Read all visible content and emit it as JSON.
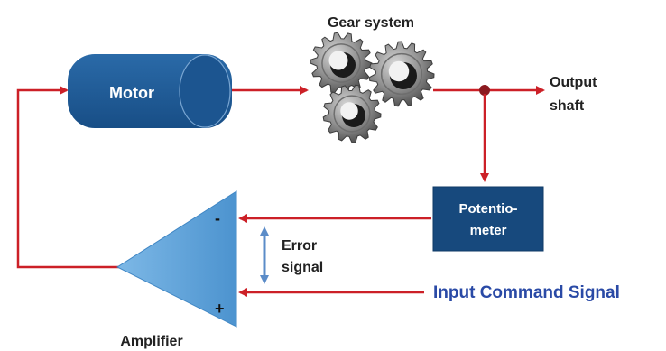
{
  "labels": {
    "gear_system": "Gear system",
    "motor": "Motor",
    "output_shaft_line1": "Output",
    "output_shaft_line2": "shaft",
    "potentiometer_line1": "Potentio-",
    "potentiometer_line2": "meter",
    "error_signal_line1": "Error",
    "error_signal_line2": "signal",
    "input_command_signal": "Input Command Signal",
    "amplifier": "Amplifier",
    "minus_sign": "-",
    "plus_sign": "+"
  },
  "colors": {
    "signal_arrow": "#cc2027",
    "block_blue": "#1e5a96",
    "block_blue_dark": "#17497d",
    "amplifier_fill": "#5ea3d9",
    "error_arrow": "#5b8cc8",
    "input_text": "#2a4aa6",
    "gear_metal": "#8f8f8f"
  },
  "icons": {
    "gears": "gear-cluster-icon",
    "error_arrow": "double-arrow-icon"
  }
}
